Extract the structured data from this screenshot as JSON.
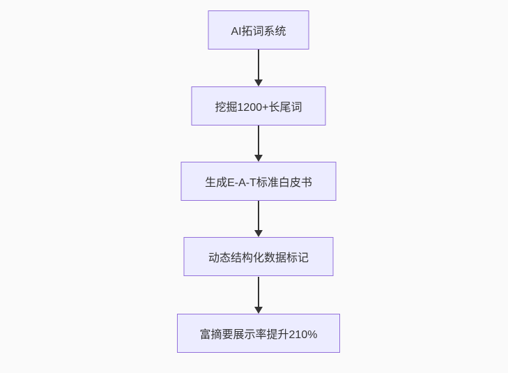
{
  "diagram": {
    "type": "flowchart",
    "direction": "top-down",
    "background_color": "#fafafa",
    "node_fill_color": "#ececff",
    "node_border_color": "#9370db",
    "arrow_color": "#333333",
    "text_color": "#333333",
    "nodes": [
      {
        "id": "ai-keyword-system",
        "label": "AI拓词系统"
      },
      {
        "id": "longtail-mining",
        "label": "挖掘1200+长尾词"
      },
      {
        "id": "eat-whitepaper",
        "label": "生成E-A-T标准白皮书"
      },
      {
        "id": "structured-data",
        "label": "动态结构化数据标记"
      },
      {
        "id": "rich-snippet-result",
        "label": "富摘要展示率提升210%"
      }
    ],
    "edges": [
      {
        "from": "ai-keyword-system",
        "to": "longtail-mining"
      },
      {
        "from": "longtail-mining",
        "to": "eat-whitepaper"
      },
      {
        "from": "eat-whitepaper",
        "to": "structured-data"
      },
      {
        "from": "structured-data",
        "to": "rich-snippet-result"
      }
    ]
  }
}
